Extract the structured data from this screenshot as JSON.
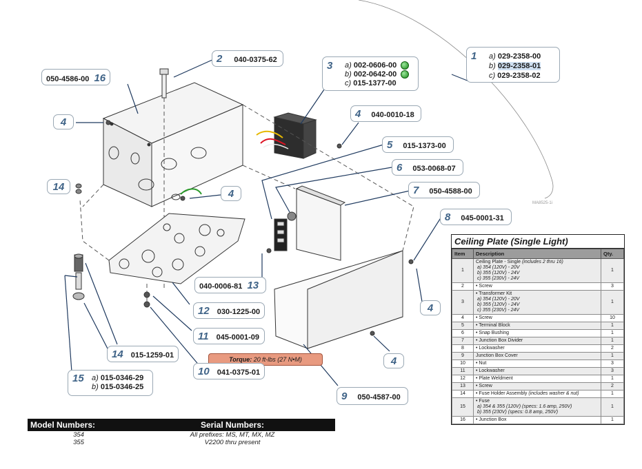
{
  "callouts": {
    "c1": {
      "num": "1",
      "a": "a)",
      "a_val": "029-2358-00",
      "b": "b)",
      "b_val": "029-2358-01",
      "c": "c)",
      "c_val": "029-2358-02"
    },
    "c2": {
      "num": "2",
      "part": "040-0375-62"
    },
    "c3": {
      "num": "3",
      "a": "a)",
      "a_val": "002-0606-00",
      "b": "b)",
      "b_val": "002-0642-00",
      "c": "c)",
      "c_val": "015-1377-00"
    },
    "c4a": {
      "num": "4"
    },
    "c4b": {
      "num": "4",
      "part": "040-0010-18"
    },
    "c4c": {
      "num": "4"
    },
    "c4d": {
      "num": "4"
    },
    "c4e": {
      "num": "4"
    },
    "c5": {
      "num": "5",
      "part": "015-1373-00"
    },
    "c6": {
      "num": "6",
      "part": "053-0068-07"
    },
    "c7": {
      "num": "7",
      "part": "050-4588-00"
    },
    "c8": {
      "num": "8",
      "part": "045-0001-31"
    },
    "c9": {
      "num": "9",
      "part": "050-4587-00"
    },
    "c10": {
      "num": "10",
      "part": "041-0375-01"
    },
    "c11": {
      "num": "11",
      "part": "045-0001-09"
    },
    "c12": {
      "num": "12",
      "part": "030-1225-00"
    },
    "c13": {
      "num": "13",
      "part": "040-0006-81"
    },
    "c14a": {
      "num": "14"
    },
    "c14b": {
      "num": "14",
      "part": "015-1259-01"
    },
    "c15": {
      "num": "15",
      "a": "a)",
      "a_val": "015-0346-29",
      "b": "b)",
      "b_val": "015-0346-25"
    },
    "c16": {
      "num": "16",
      "part": "050-4586-00"
    }
  },
  "torque": {
    "label": "Torque:",
    "value": "20 ft-lbs (27 N•M)"
  },
  "drawing_id": "MA8525-1i",
  "parts_table": {
    "title": "Ceiling Plate (Single Light)",
    "headers": [
      "Item",
      "Description",
      "Qty."
    ],
    "rows": [
      {
        "item": "1",
        "desc": "Ceiling Plate - Single",
        "note": "(includes 2 thru 16)",
        "sub": [
          "a)  354 (120V) - 20V",
          "b)  355 (120V) - 24V",
          "c)  355 (230V) - 24V"
        ],
        "qty": "1"
      },
      {
        "item": "2",
        "desc": "• Screw",
        "note": "",
        "sub": [],
        "qty": "3"
      },
      {
        "item": "3",
        "desc": "• Transformer Kit",
        "note": "",
        "sub": [
          "a)  354 (120V) - 20V",
          "b)  355 (120V) - 24V",
          "c)  355 (230V) - 24V"
        ],
        "qty": "1"
      },
      {
        "item": "4",
        "desc": "• Screw",
        "note": "",
        "sub": [],
        "qty": "10"
      },
      {
        "item": "5",
        "desc": "• Terminal Block",
        "note": "",
        "sub": [],
        "qty": "1"
      },
      {
        "item": "6",
        "desc": "• Snap Bushing",
        "note": "",
        "sub": [],
        "qty": "1"
      },
      {
        "item": "7",
        "desc": "• Junction Box Divider",
        "note": "",
        "sub": [],
        "qty": "1"
      },
      {
        "item": "8",
        "desc": "• Lockwasher",
        "note": "",
        "sub": [],
        "qty": "2"
      },
      {
        "item": "9",
        "desc": "Junction Box Cover",
        "note": "",
        "sub": [],
        "qty": "1"
      },
      {
        "item": "10",
        "desc": "• Nut",
        "note": "",
        "sub": [],
        "qty": "3"
      },
      {
        "item": "11",
        "desc": "• Lockwasher",
        "note": "",
        "sub": [],
        "qty": "3"
      },
      {
        "item": "12",
        "desc": "• Plate Weldment",
        "note": "",
        "sub": [],
        "qty": "1"
      },
      {
        "item": "13",
        "desc": "• Screw",
        "note": "",
        "sub": [],
        "qty": "2"
      },
      {
        "item": "14",
        "desc": "• Fuse Holder Assembly",
        "note": "(includes washer & nut)",
        "sub": [],
        "qty": "1"
      },
      {
        "item": "15",
        "desc": "• Fuse",
        "note": "",
        "sub": [
          "a)  354 & 355 (120V) (specs: 1.6 amp, 250V)",
          "b)  355 (230V) (specs: 0.8 amp, 250V)"
        ],
        "qty": "1"
      },
      {
        "item": "16",
        "desc": "• Junction Box",
        "note": "",
        "sub": [],
        "qty": "1"
      }
    ]
  },
  "model_table": {
    "model_header": "Model Numbers:",
    "serial_header": "Serial Numbers:",
    "models": [
      "354",
      "355"
    ],
    "serials": [
      "All prefixes: MS, MT, MX, MZ",
      "V2200 thru present"
    ]
  }
}
